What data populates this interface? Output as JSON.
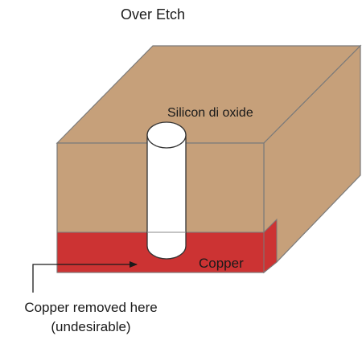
{
  "title": "Over Etch",
  "labels": {
    "oxide": "Silicon di oxide",
    "copper": "Copper",
    "note_line1": "Copper removed here",
    "note_line2": "(undesirable)"
  },
  "colors": {
    "oxide": "#c6a07a",
    "copper": "#cc3333",
    "outline": "#7a7a7a",
    "hole": "#ffffff"
  }
}
